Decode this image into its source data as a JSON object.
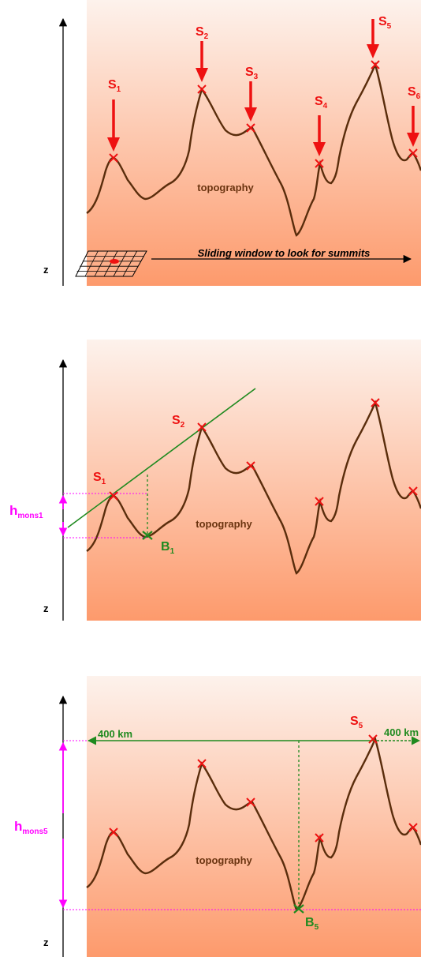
{
  "colors": {
    "gradient_top": "#fdf2ec",
    "gradient_bottom": "#fd9a6c",
    "topography": "#5a2d0c",
    "summit": "#ee1111",
    "base": "#1f8a1f",
    "height": "#ff00ff",
    "axis": "#000000"
  },
  "panel1": {
    "z_label": "z",
    "topography_label": "topography",
    "window_label": "Sliding window to look for summits",
    "summits": [
      {
        "label": "S",
        "sub": "1"
      },
      {
        "label": "S",
        "sub": "2"
      },
      {
        "label": "S",
        "sub": "3"
      },
      {
        "label": "S",
        "sub": "4"
      },
      {
        "label": "S",
        "sub": "5"
      },
      {
        "label": "S",
        "sub": "6"
      }
    ]
  },
  "panel2": {
    "z_label": "z",
    "topography_label": "topography",
    "s1": {
      "label": "S",
      "sub": "1"
    },
    "s2": {
      "label": "S",
      "sub": "2"
    },
    "base": {
      "label": "B",
      "sub": "1"
    },
    "height": {
      "label": "h",
      "sub": "mons1"
    }
  },
  "panel3": {
    "z_label": "z",
    "topography_label": "topography",
    "s5": {
      "label": "S",
      "sub": "5"
    },
    "base": {
      "label": "B",
      "sub": "5"
    },
    "height": {
      "label": "h",
      "sub": "mons5"
    },
    "distance_left": "400 km",
    "distance_right": "400 km"
  }
}
